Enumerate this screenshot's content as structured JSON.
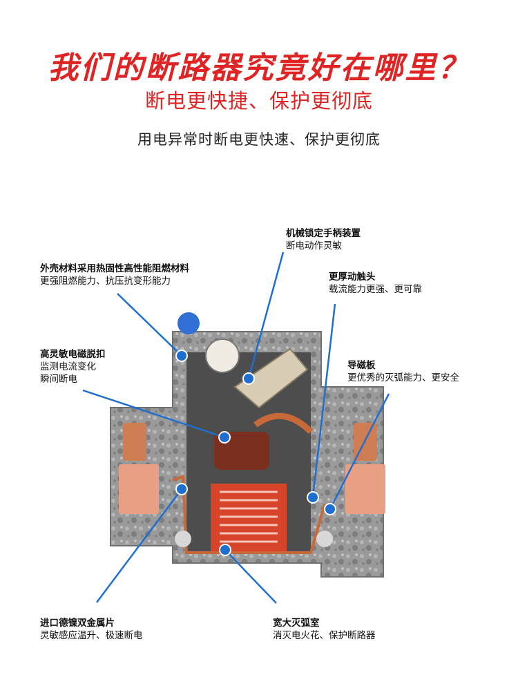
{
  "header": {
    "headline": "我们的断路器究竟好在哪里？",
    "subheadline": "断电更快捷、保护更彻底",
    "tagline": "用电异常时断电更快速、保护更彻底"
  },
  "callouts": [
    {
      "id": "handle-lock",
      "title": "机械锁定手柄装置",
      "lines": [
        "断电动作灵敏"
      ]
    },
    {
      "id": "housing",
      "title": "外壳材料采用热固性高性能阻燃材料",
      "lines": [
        "更强阻燃能力、抗压抗变形能力"
      ]
    },
    {
      "id": "contact",
      "title": "更厚动触头",
      "lines": [
        "载流能力更强、更可靠"
      ]
    },
    {
      "id": "trip",
      "title": "高灵敏电磁脱扣",
      "lines": [
        "监测电流变化",
        "瞬间断电"
      ]
    },
    {
      "id": "magnet-plate",
      "title": "导磁板",
      "lines": [
        "更优秀的灭弧能力、更安全"
      ]
    },
    {
      "id": "bimetal",
      "title": "进口德镍双金属片",
      "lines": [
        "灵敏感应温升、极速断电"
      ]
    },
    {
      "id": "arc-chamber",
      "title": "宽大灭弧室",
      "lines": [
        "消灭电火花、保护断路器"
      ]
    }
  ],
  "colors": {
    "accent_red": "#e02424",
    "callout_blue": "#1e6fd0",
    "housing_gray": "#8d8d8d",
    "copper": "#c8693a",
    "arc_red": "#d6452a"
  }
}
